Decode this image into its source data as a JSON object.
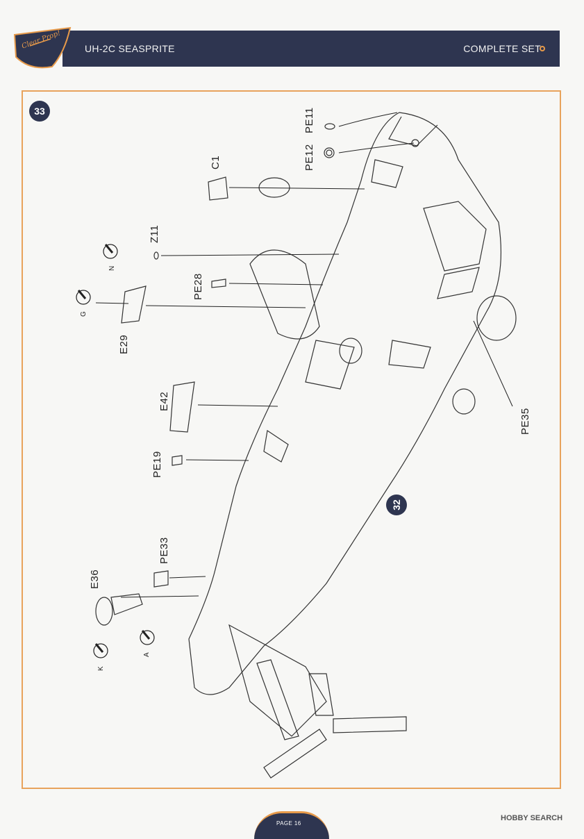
{
  "header": {
    "logo_text": "Clear Prop!",
    "title": "UH-2C SEASPRITE",
    "right_label": "COMPLETE SET"
  },
  "steps": {
    "main": "33",
    "reference": "32"
  },
  "parts": {
    "pe11": "PE11",
    "pe12": "PE12",
    "c1": "C1",
    "z11": "Z11",
    "n": "N",
    "pe28": "PE28",
    "g": "G",
    "e29": "E29",
    "e42": "E42",
    "pe19": "PE19",
    "pe33": "PE33",
    "e36": "E36",
    "k": "K",
    "a": "A",
    "pe35": "PE35"
  },
  "footer": {
    "page": "PAGE 16",
    "watermark": "HOBBY SEARCH"
  },
  "colors": {
    "navy": "#2e3550",
    "orange": "#e8a35c"
  }
}
